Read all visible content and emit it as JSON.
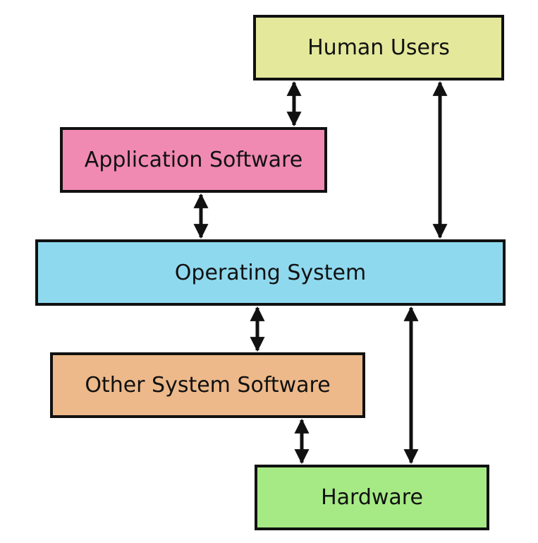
{
  "nodes": {
    "human_users": {
      "label": "Human Users",
      "color": "#e3e89a"
    },
    "application_software": {
      "label": "Application Software",
      "color": "#f08ab2"
    },
    "operating_system": {
      "label": "Operating System",
      "color": "#8fd9ee"
    },
    "other_system_software": {
      "label": "Other System Software",
      "color": "#edb98a"
    },
    "hardware": {
      "label": "Hardware",
      "color": "#a6ea85"
    }
  },
  "edges": [
    {
      "from": "human_users",
      "to": "application_software",
      "direction": "both"
    },
    {
      "from": "human_users",
      "to": "operating_system",
      "direction": "both"
    },
    {
      "from": "application_software",
      "to": "operating_system",
      "direction": "both"
    },
    {
      "from": "operating_system",
      "to": "other_system_software",
      "direction": "both"
    },
    {
      "from": "operating_system",
      "to": "hardware",
      "direction": "both"
    },
    {
      "from": "other_system_software",
      "to": "hardware",
      "direction": "both"
    }
  ],
  "styles": {
    "border_color": "#111111",
    "arrow_color": "#111111"
  }
}
